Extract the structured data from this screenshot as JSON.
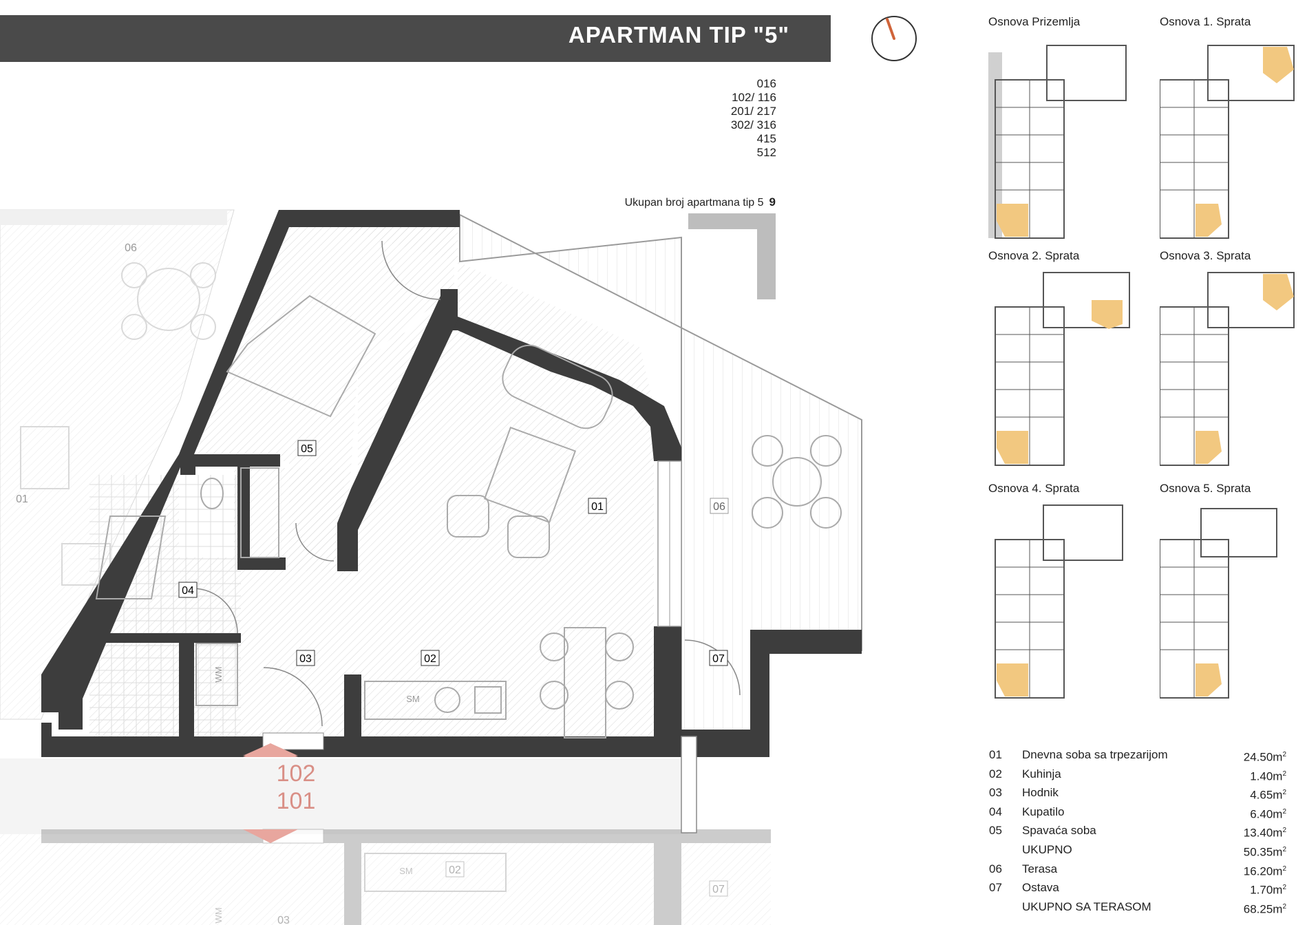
{
  "header": {
    "title": "APARTMAN TIP \"5\""
  },
  "units_list": [
    "016",
    "102/ 116",
    "201/ 217",
    "302/ 316",
    "415",
    "512"
  ],
  "total": {
    "label": "Ukupan broj apartmana tip 5",
    "value": "9"
  },
  "plan": {
    "rooms": {
      "r01": "01",
      "r02": "02",
      "r03": "03",
      "r04": "04",
      "r05": "05",
      "r06": "06",
      "r07": "07",
      "ghost_01": "01",
      "ghost_06": "06",
      "ghost_02": "02",
      "ghost_07": "07",
      "ghost_03": "03"
    },
    "fixtures": {
      "sm": "SM",
      "wm": "WM",
      "sm_ghost": "SM",
      "wm_ghost": "WM"
    },
    "floor_marker": {
      "upper": "102",
      "lower": "101"
    },
    "colors": {
      "wall": "#3d3d3d",
      "marker": "#e8a69e",
      "highlight": "#f2c880",
      "ghost": "#c9c9c9"
    }
  },
  "thumbnails": [
    {
      "label": "Osnova Prizemlja"
    },
    {
      "label": "Osnova 1. Sprata"
    },
    {
      "label": "Osnova 2. Sprata"
    },
    {
      "label": "Osnova 3. Sprata"
    },
    {
      "label": "Osnova 4. Sprata"
    },
    {
      "label": "Osnova 5. Sprata"
    }
  ],
  "areas": [
    {
      "num": "01",
      "name": "Dnevna soba sa trpezarijom",
      "value": "24.50m",
      "sup": "2"
    },
    {
      "num": "02",
      "name": "Kuhinja",
      "value": "1.40m",
      "sup": "2"
    },
    {
      "num": "03",
      "name": "Hodnik",
      "value": "4.65m",
      "sup": "2"
    },
    {
      "num": "04",
      "name": "Kupatilo",
      "value": "6.40m",
      "sup": "2"
    },
    {
      "num": "05",
      "name": "Spavaća soba",
      "value": "13.40m",
      "sup": "2"
    },
    {
      "num": "",
      "name": "UKUPNO",
      "value": "50.35m",
      "sup": "2"
    },
    {
      "num": "06",
      "name": "Terasa",
      "value": "16.20m",
      "sup": "2"
    },
    {
      "num": "07",
      "name": "Ostava",
      "value": "1.70m",
      "sup": "2"
    },
    {
      "num": "",
      "name": "UKUPNO SA TERASOM",
      "value": "68.25m",
      "sup": "2"
    }
  ]
}
